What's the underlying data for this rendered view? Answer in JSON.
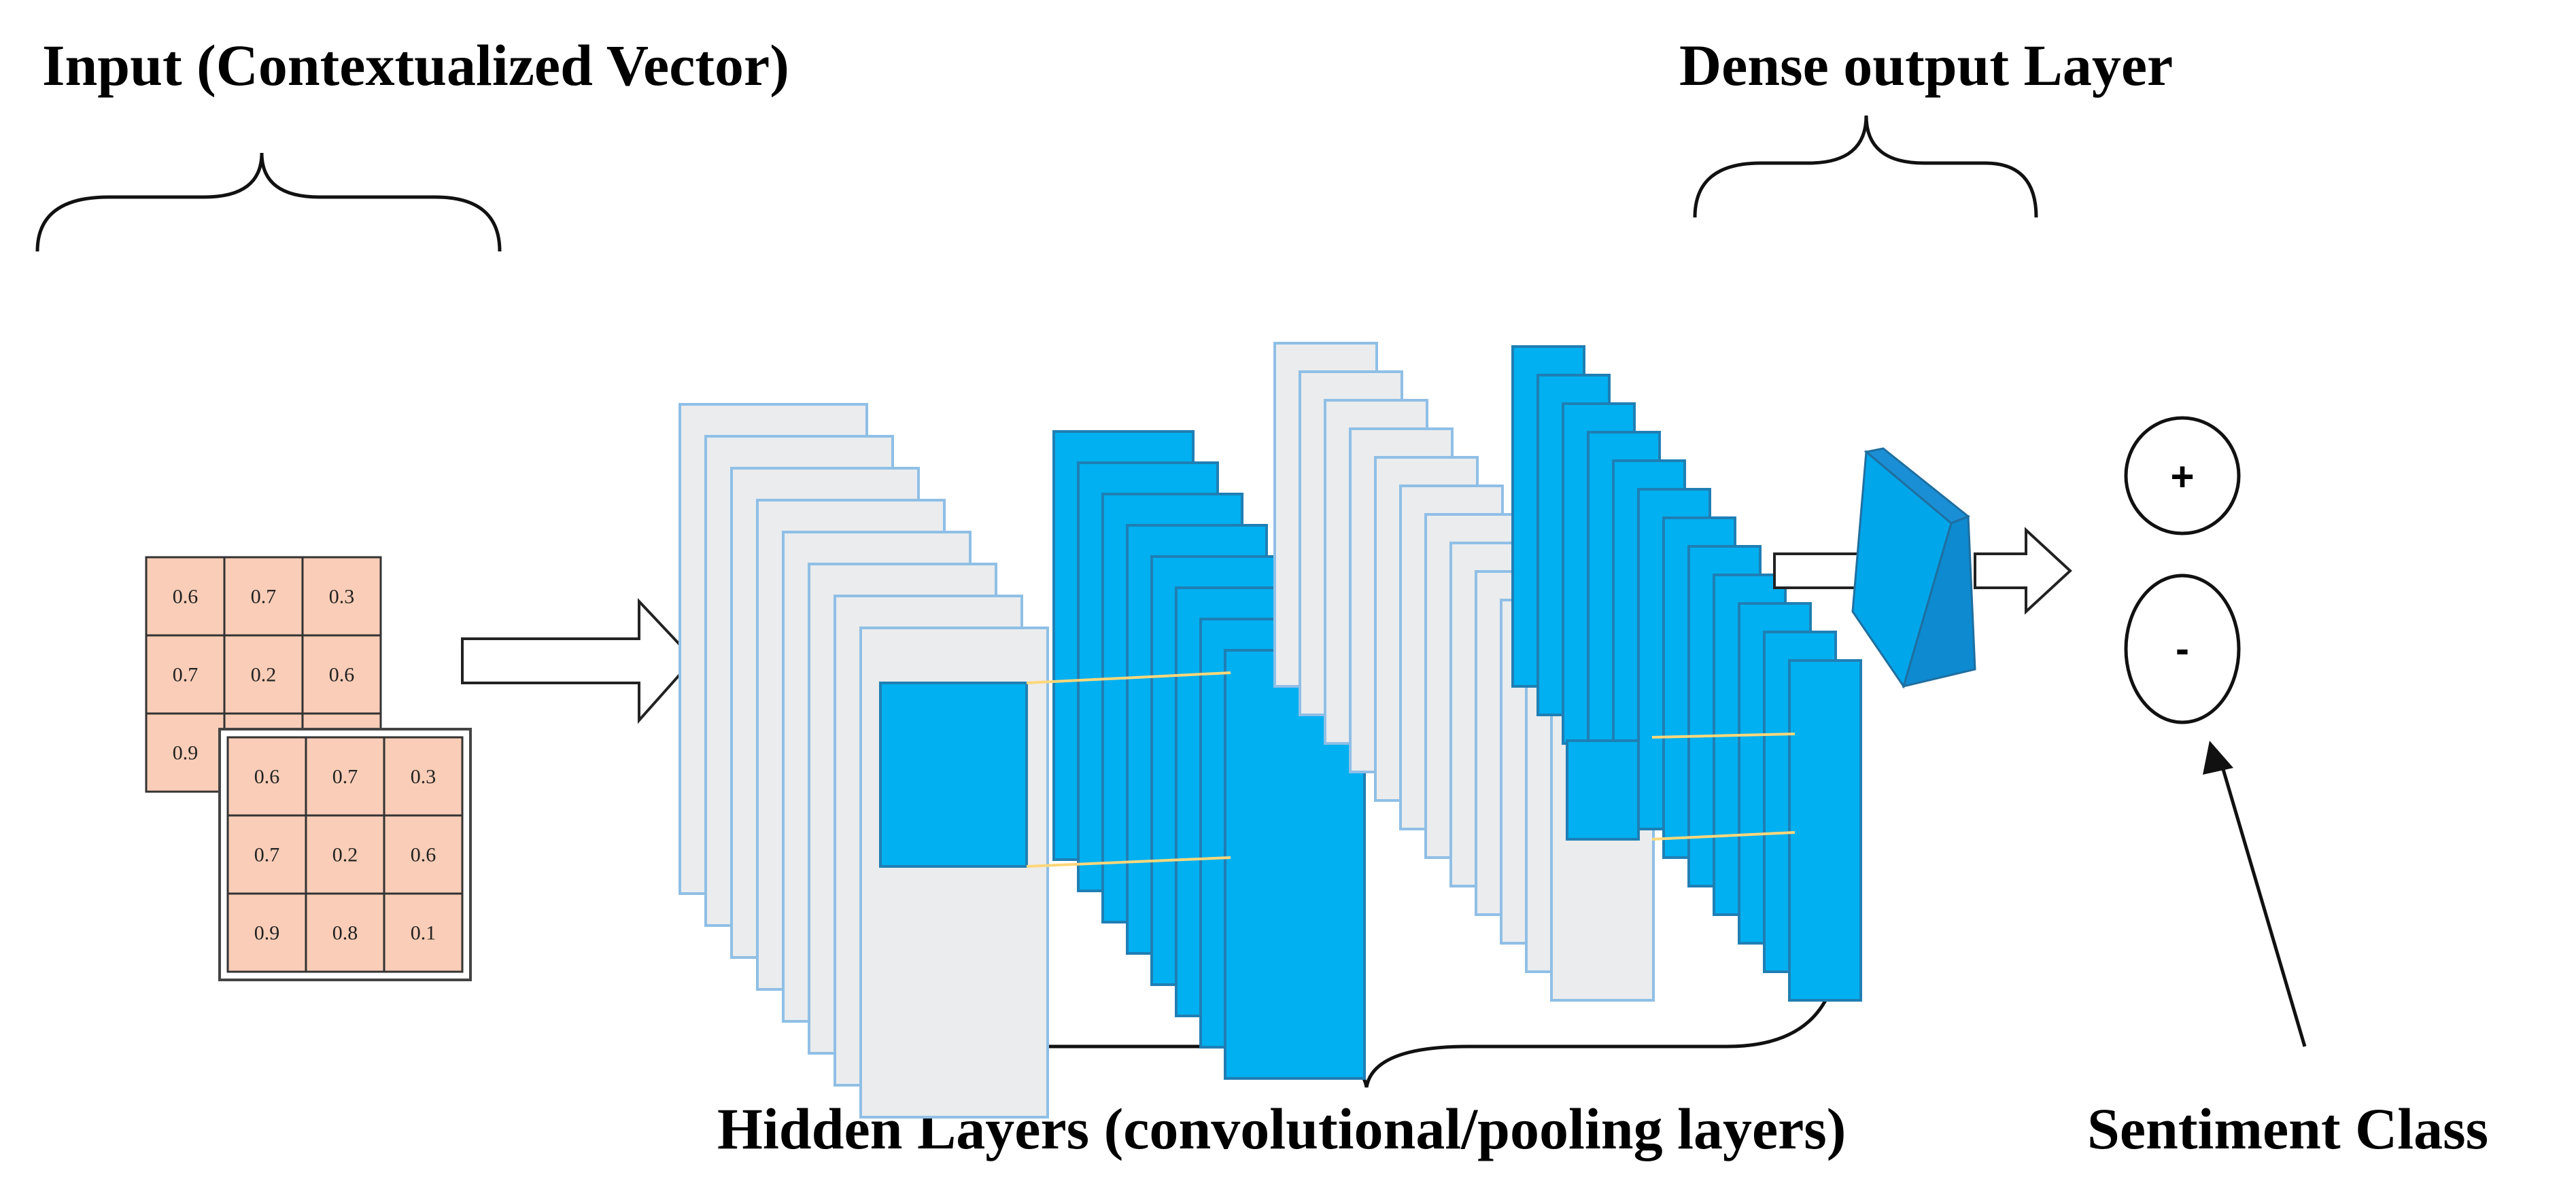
{
  "labels": {
    "input": "Input (Contextualized Vector)",
    "dense": "Dense output Layer",
    "hidden": "Hidden Layers (convolutional/pooling  layers)",
    "sentiment": "Sentiment Class"
  },
  "input_matrix_back": {
    "rows": [
      [
        "0.6",
        "0.7",
        "0.3"
      ],
      [
        "0.7",
        "0.2",
        "0.6"
      ],
      [
        "0.9",
        "",
        ""
      ]
    ]
  },
  "input_matrix_front": {
    "rows": [
      [
        "0.6",
        "0.7",
        "0.3"
      ],
      [
        "0.7",
        "0.2",
        "0.6"
      ],
      [
        "0.9",
        "0.8",
        "0.1"
      ]
    ]
  },
  "classes": {
    "positive": "+",
    "negative": "-"
  },
  "colors": {
    "cell_fill": "#f9cdb7",
    "blue": "#00b0f0",
    "blue_dark": "#1f7fb4",
    "light_fill": "#eaecee",
    "light_border": "#8fbfe6",
    "connector": "#ffd77a"
  }
}
